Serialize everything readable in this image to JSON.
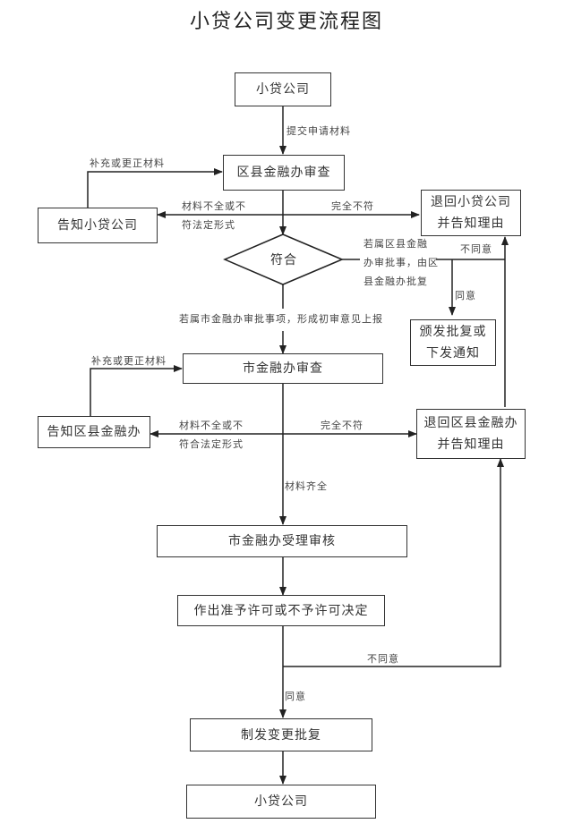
{
  "title": "小贷公司变更流程图",
  "nodes": {
    "start": "小贷公司",
    "district_review": "区县金融办审查",
    "notify_company": "告知小贷公司",
    "return_company_l1": "退回小贷公司",
    "return_company_l2": "并告知理由",
    "decision": "符合",
    "issue_l1": "颁发批复或",
    "issue_l2": "下发通知",
    "city_review": "市金融办审查",
    "notify_district": "告知区县金融办",
    "return_district_l1": "退回区县金融办",
    "return_district_l2": "并告知理由",
    "city_accept": "市金融办受理审核",
    "permit_decision": "作出准予许可或不予许可决定",
    "issue_change": "制发变更批复",
    "end": "小贷公司"
  },
  "edges": {
    "submit": "提交申请材料",
    "supplement_1": "补充或更正材料",
    "incomplete_1_l1": "材料不全或不",
    "incomplete_1_l2": "符法定形式",
    "mismatch_1": "完全不符",
    "district_matter_l1": "若属区县金融",
    "district_matter_l2": "办审批事，由区",
    "district_matter_l3": "县金融办批复",
    "disagree_1": "不同意",
    "agree_1": "同意",
    "city_matter": "若属市金融办审批事项，形成初审意见上报",
    "supplement_2": "补充或更正材料",
    "incomplete_2_l1": "材料不全或不",
    "incomplete_2_l2": "符合法定形式",
    "mismatch_2": "完全不符",
    "complete": "材料齐全",
    "disagree_2": "不同意",
    "agree_2": "同意"
  }
}
